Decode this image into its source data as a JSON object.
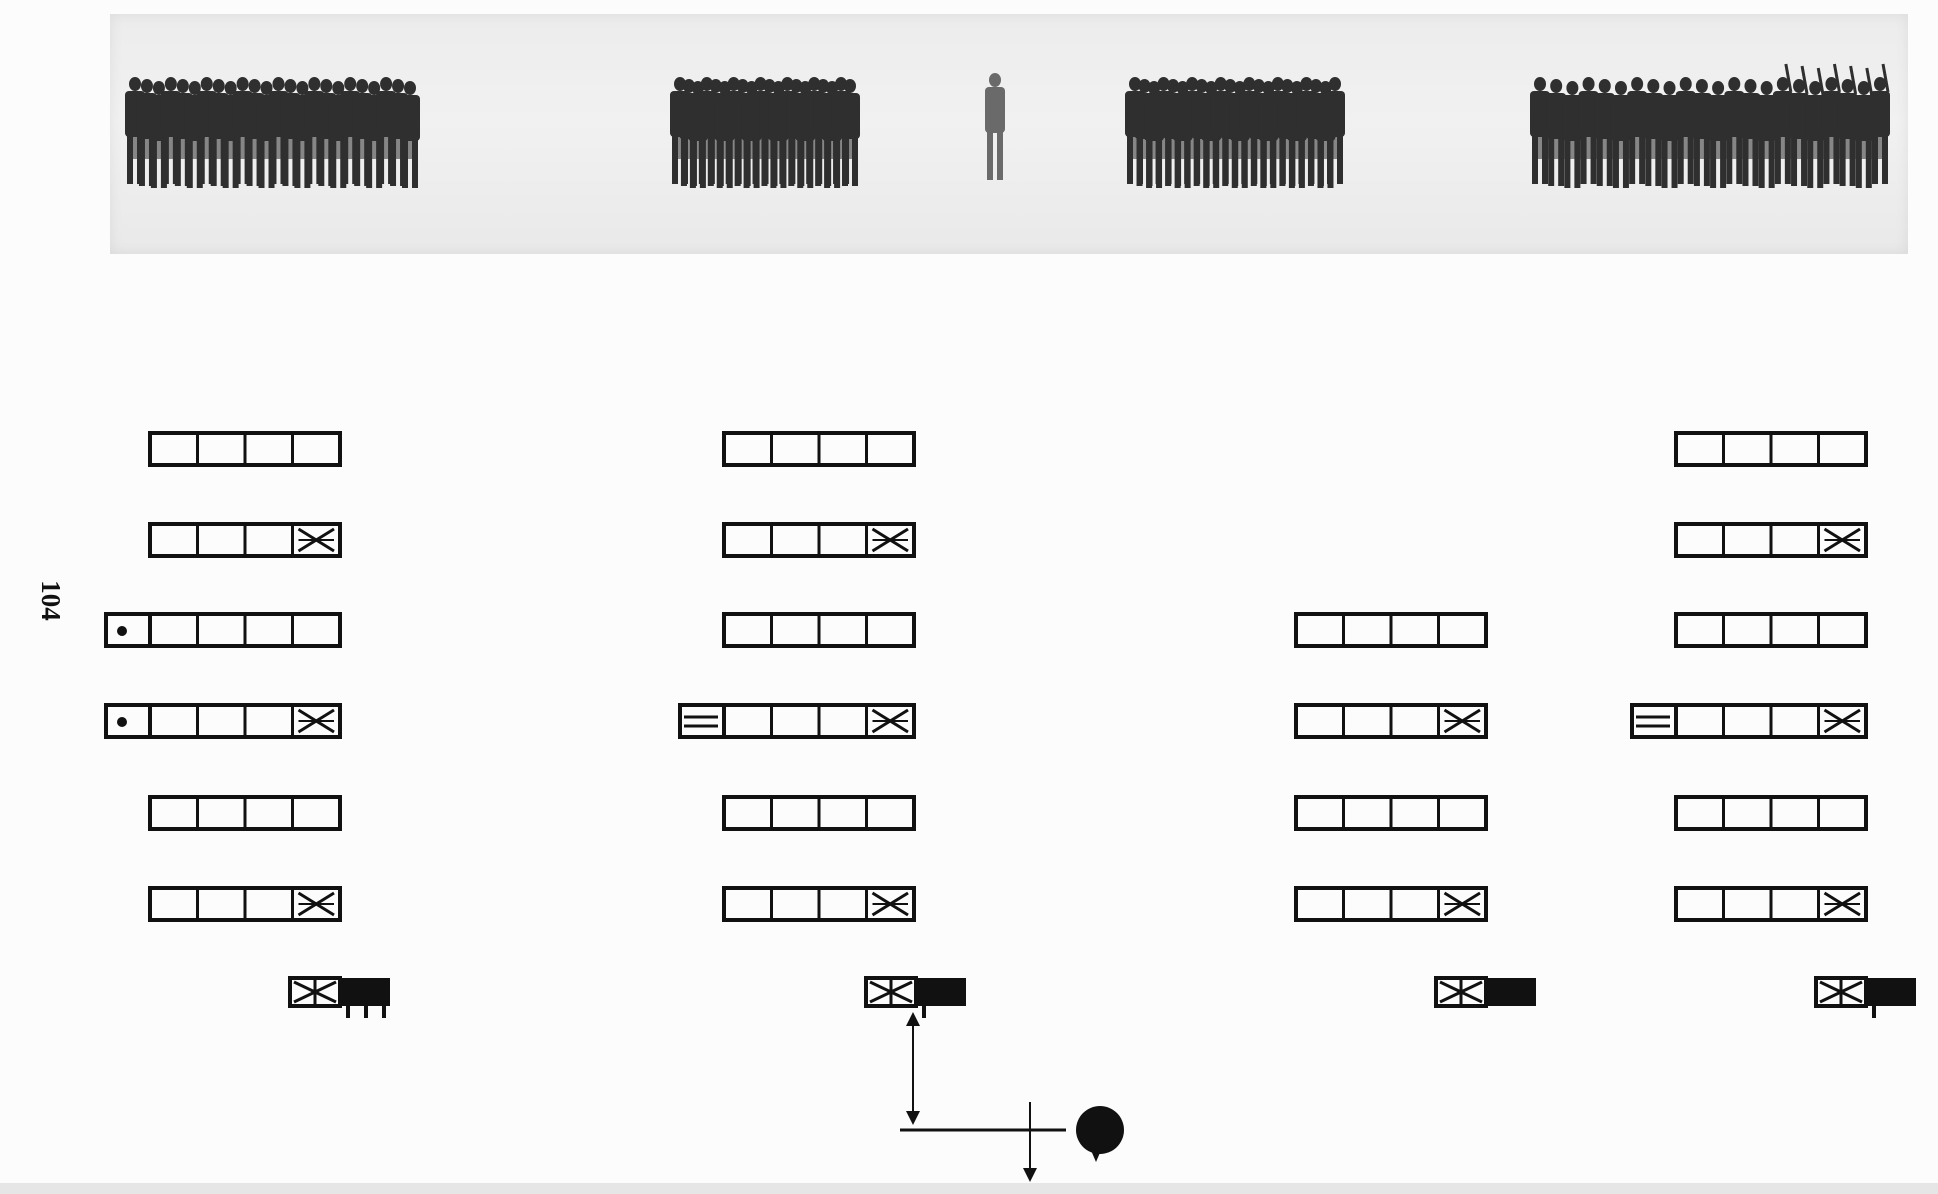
{
  "page": {
    "page_number": "104"
  },
  "photo": {
    "tone": "#2f2f2f",
    "groups": [
      {
        "id": "platoon-1",
        "figure_count": 24
      },
      {
        "id": "platoon-2",
        "figure_count": 20
      },
      {
        "id": "commander",
        "figure_count": 1
      },
      {
        "id": "platoon-3",
        "figure_count": 22
      },
      {
        "id": "platoon-4",
        "figure_count": 22
      }
    ]
  },
  "diagram": {
    "ink": "#111111",
    "platoons": [
      {
        "id": "platoon-1",
        "squads": [
          {
            "cells": 4,
            "leader_marked": false,
            "extra": "none"
          },
          {
            "cells": 4,
            "leader_marked": true,
            "extra": "none"
          },
          {
            "cells": 4,
            "leader_marked": false,
            "extra": "dot"
          },
          {
            "cells": 4,
            "leader_marked": true,
            "extra": "dot"
          },
          {
            "cells": 4,
            "leader_marked": false,
            "extra": "none"
          },
          {
            "cells": 4,
            "leader_marked": true,
            "extra": "none"
          }
        ],
        "headquarters": {
          "ticks": 3
        }
      },
      {
        "id": "platoon-2",
        "squads": [
          {
            "cells": 4,
            "leader_marked": false,
            "extra": "none"
          },
          {
            "cells": 4,
            "leader_marked": true,
            "extra": "none"
          },
          {
            "cells": 4,
            "leader_marked": false,
            "extra": "none"
          },
          {
            "cells": 4,
            "leader_marked": true,
            "extra": "guide"
          },
          {
            "cells": 4,
            "leader_marked": false,
            "extra": "none"
          },
          {
            "cells": 4,
            "leader_marked": true,
            "extra": "none"
          }
        ],
        "headquarters": {
          "ticks": 1
        }
      },
      {
        "id": "platoon-3",
        "squads": [
          {
            "cells": 4,
            "leader_marked": false,
            "extra": "none"
          },
          {
            "cells": 4,
            "leader_marked": true,
            "extra": "none"
          },
          {
            "cells": 4,
            "leader_marked": false,
            "extra": "none"
          },
          {
            "cells": 4,
            "leader_marked": true,
            "extra": "none"
          }
        ],
        "headquarters": {
          "ticks": 0
        }
      },
      {
        "id": "platoon-4",
        "squads": [
          {
            "cells": 4,
            "leader_marked": false,
            "extra": "none"
          },
          {
            "cells": 4,
            "leader_marked": true,
            "extra": "none"
          },
          {
            "cells": 4,
            "leader_marked": false,
            "extra": "none"
          },
          {
            "cells": 4,
            "leader_marked": true,
            "extra": "guide"
          },
          {
            "cells": 4,
            "leader_marked": false,
            "extra": "none"
          },
          {
            "cells": 4,
            "leader_marked": true,
            "extra": "none"
          }
        ],
        "headquarters": {
          "ticks": 1
        }
      }
    ],
    "commander_symbol": "filled-circle",
    "arrows": "distance-indicators"
  }
}
